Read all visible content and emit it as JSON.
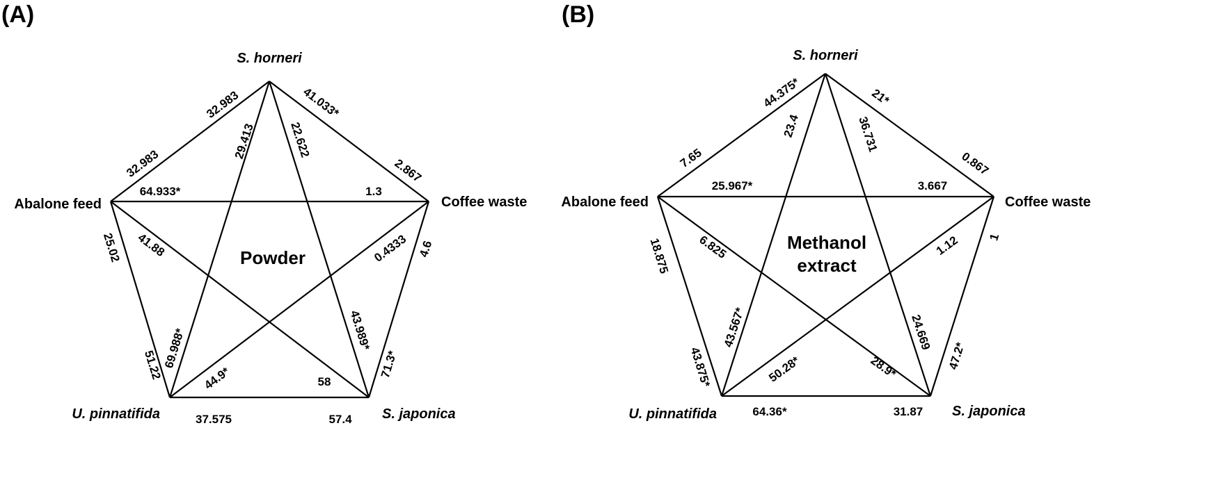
{
  "panels": {
    "a": {
      "panel_label": "(A)",
      "center_label": [
        "Powder"
      ],
      "nodes": {
        "top": "S. horneri",
        "left": "Abalone feed",
        "right": "Coffee waste",
        "bottom_left": "U. pinnatifida",
        "bottom_right": "S. japonica"
      },
      "edge_values": {
        "top_left_near_top": "32.983",
        "top_left_near_left": "32.983",
        "top_right_near_top": "41.033*",
        "top_right_near_right": "2.867",
        "top_bottomleft": "29.413",
        "top_bottomright": "22.622",
        "left_right_near_left": "64.933*",
        "left_right_near_right": "1.3",
        "left_bottomleft_near_left": "25.02",
        "left_bottomleft_near_bottom": "51.22",
        "left_bottomright_near_left": "41.88",
        "left_bottomright_near_bottom": "58",
        "right_bottomleft_near_right": "0.4333",
        "right_bottomleft_near_bottom": "44.9*",
        "right_bottomright_near_right": "4.6",
        "right_bottomright_near_bottom": "71.3*",
        "bottomleft_top_near_bottom": "69.988*",
        "bottomright_top_near_bottom": "43.989*",
        "bottom_near_left": "37.575",
        "bottom_near_right": "57.4"
      }
    },
    "b": {
      "panel_label": "(B)",
      "center_label": [
        "Methanol",
        "extract"
      ],
      "nodes": {
        "top": "S. horneri",
        "left": "Abalone feed",
        "right": "Coffee waste",
        "bottom_left": "U. pinnatifida",
        "bottom_right": "S. japonica"
      },
      "edge_values": {
        "top_left_near_top": "44.375*",
        "top_left_near_left": "7.65",
        "top_right_near_top": "21*",
        "top_right_near_right": "0.867",
        "top_bottomleft": "23.4",
        "top_bottomright": "36.731",
        "left_right_near_left": "25.967*",
        "left_right_near_right": "3.667",
        "left_bottomleft_near_left": "18.875",
        "left_bottomleft_near_bottom": "43.875*",
        "left_bottomright_near_left": "6.825",
        "left_bottomright_near_bottom": "28.9*",
        "right_bottomleft_near_right": "1.12",
        "right_bottomleft_near_bottom": "50.28*",
        "right_bottomright_near_right": "1",
        "right_bottomright_near_bottom": "47.2*",
        "bottomleft_top_near_bottom": "43.567*",
        "bottomright_top_near_bottom": "24.669",
        "bottom_near_left": "64.36*",
        "bottom_near_right": "31.87"
      }
    }
  }
}
